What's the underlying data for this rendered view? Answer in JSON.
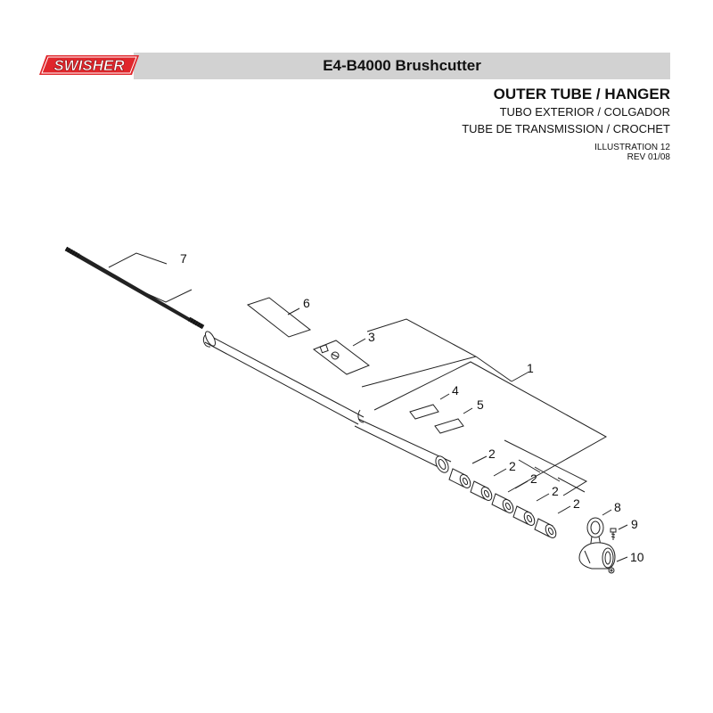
{
  "header": {
    "brand": "SWISHER",
    "model_title": "E4-B4000 Brushcutter",
    "brand_color": "#e0262b"
  },
  "section": {
    "title_en": "OUTER TUBE / HANGER",
    "title_es": "TUBO EXTERIOR / COLGADOR",
    "title_fr": "TUBE DE TRANSMISSION / CROCHET",
    "illustration": "ILLUSTRATION 12",
    "revision": "REV 01/08"
  },
  "callouts": {
    "c1": "1",
    "c2": "2",
    "c3": "3",
    "c4": "4",
    "c5": "5",
    "c6": "6",
    "c7": "7",
    "c8": "8",
    "c9": "9",
    "c10": "10"
  }
}
